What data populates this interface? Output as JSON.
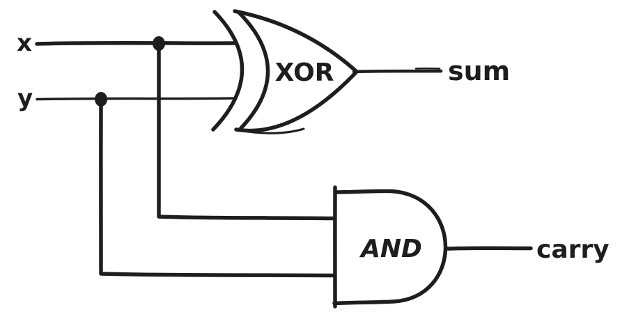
{
  "colors": {
    "ink": "#1e1e1e",
    "background": "#ffffff"
  },
  "labels": {
    "input_x": "x",
    "input_y": "y",
    "xor_gate": "XOR",
    "and_gate": "AND",
    "output_sum": "sum",
    "output_carry": "carry"
  },
  "diagram": {
    "type": "logic-circuit",
    "style": "hand-drawn",
    "gates": [
      {
        "label": "XOR",
        "inputs": [
          "x",
          "y"
        ],
        "output": "sum"
      },
      {
        "label": "AND",
        "inputs": [
          "x",
          "y"
        ],
        "output": "carry"
      }
    ],
    "junctions": [
      {
        "on_wire": "x",
        "branches_to": "AND top input"
      },
      {
        "on_wire": "y",
        "branches_to": "AND bottom input"
      }
    ]
  }
}
